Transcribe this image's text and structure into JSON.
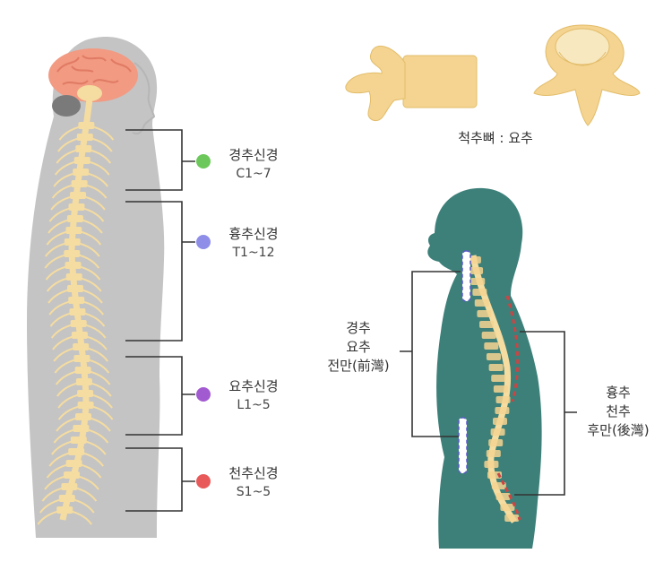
{
  "vertebra_caption": "척추뼈 : 요추",
  "nerve_groups": [
    {
      "name": "경추신경",
      "range": "C1~7",
      "color": "#6cc85a"
    },
    {
      "name": "흉추신경",
      "range": "T1~12",
      "color": "#8e8ee8"
    },
    {
      "name": "요추신경",
      "range": "L1~5",
      "color": "#a25ad0"
    },
    {
      "name": "천추신경",
      "range": "S1~5",
      "color": "#e85a5a"
    }
  ],
  "front_curve_label": [
    "경추",
    "요추",
    "전만(前灣)"
  ],
  "back_curve_label": [
    "흉추",
    "천추",
    "후만(後灣)"
  ],
  "colors": {
    "background": "#ffffff",
    "body_shadow": "#c4c4c4",
    "brain": "#f29a82",
    "spine": "#f5dca0",
    "torso_teal": "#3d8079",
    "bone": "#f4d490",
    "bracket": "#333333"
  }
}
